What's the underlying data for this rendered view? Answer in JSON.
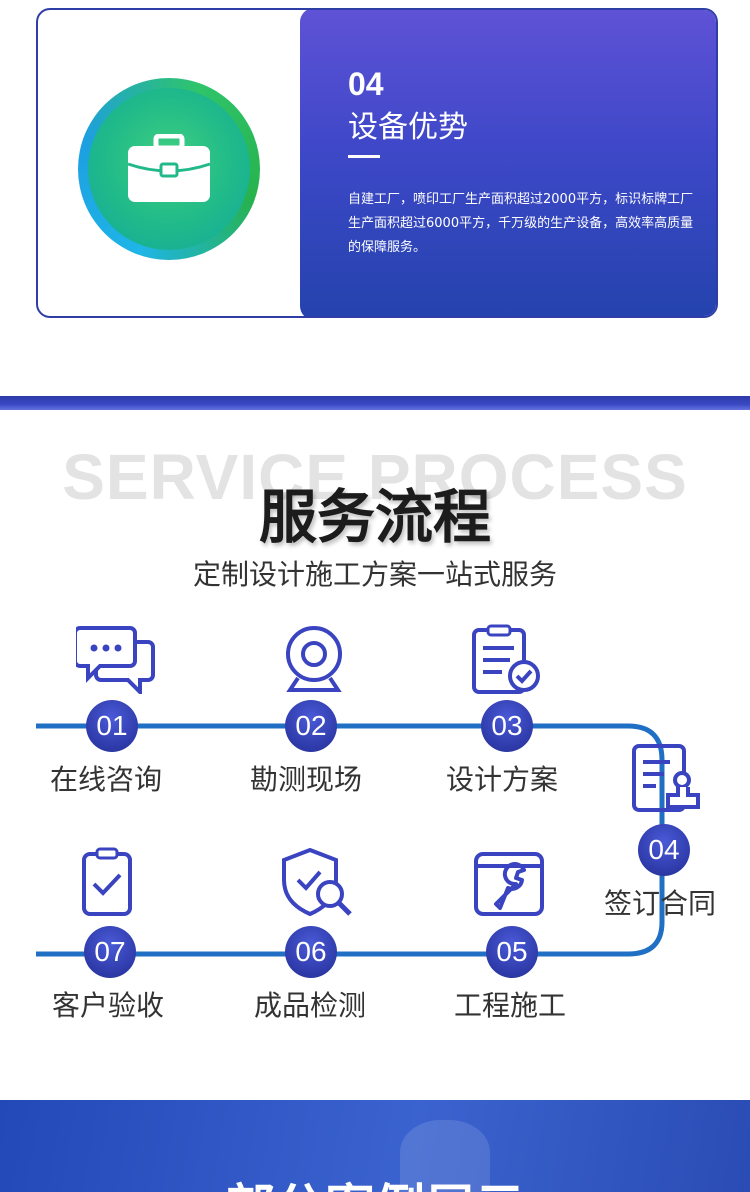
{
  "advantage": {
    "number": "04",
    "title": "设备优势",
    "description": "自建工厂，喷印工厂生产面积超过2000平方，标识标牌工厂生产面积超过6000平方，千万级的生产设备，高效率高质量的保障服务。",
    "icon": "briefcase-icon"
  },
  "process": {
    "bg_word": "SERVICE PROCESS",
    "title": "服务流程",
    "subtitle": "定制设计施工方案一站式服务",
    "steps": [
      {
        "num": "01",
        "label": "在线咨询",
        "icon": "chat-icon"
      },
      {
        "num": "02",
        "label": "勘测现场",
        "icon": "webcam-icon"
      },
      {
        "num": "03",
        "label": "设计方案",
        "icon": "checklist-icon"
      },
      {
        "num": "04",
        "label": "签订合同",
        "icon": "contract-stamp-icon"
      },
      {
        "num": "05",
        "label": "工程施工",
        "icon": "wrench-icon"
      },
      {
        "num": "06",
        "label": "成品检测",
        "icon": "shield-search-icon"
      },
      {
        "num": "07",
        "label": "客户验收",
        "icon": "clipboard-check-icon"
      }
    ]
  },
  "banner": {
    "title": "部分案例展示"
  },
  "colors": {
    "primary": "#2e3aa8",
    "line": "#1f6fc4",
    "panel_top": "#5f52d6",
    "panel_bottom": "#2443ad"
  }
}
